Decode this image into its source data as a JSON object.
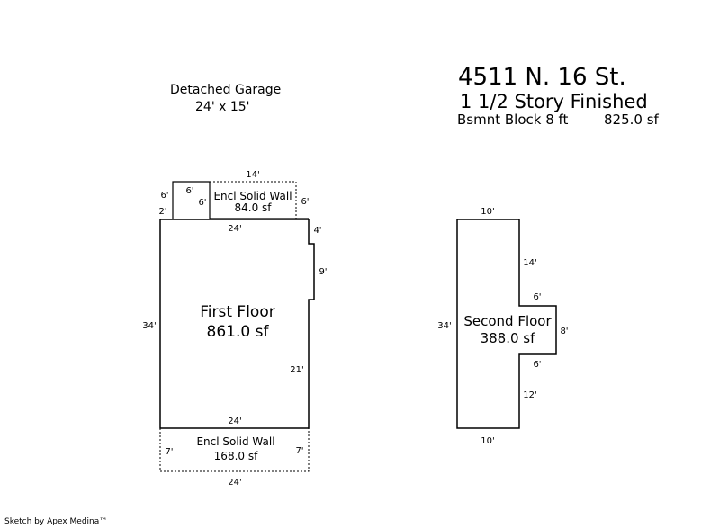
{
  "header": {
    "address": "4511 N. 16 St.",
    "story": "1 1/2 Story Finished",
    "basement": "Bsmnt Block 8 ft",
    "basement_area": "825.0 sf"
  },
  "garage": {
    "label": "Detached Garage",
    "size": "24' x 15'"
  },
  "first_floor": {
    "name": "First Floor",
    "area": "861.0 sf",
    "dims": {
      "top": "24'",
      "left": "34'",
      "right_upper": "4'",
      "right_bay": "9'",
      "right_lower": "21'",
      "bottom": "24'"
    }
  },
  "top_porch": {
    "name": "Encl Solid Wall",
    "area": "84.0 sf",
    "dims": {
      "top": "14'",
      "right": "6'"
    }
  },
  "top_small": {
    "dims": {
      "top": "6'",
      "left": "6'",
      "inner": "6'",
      "step": "2'"
    }
  },
  "bottom_porch": {
    "name": "Encl Solid Wall",
    "area": "168.0 sf",
    "dims": {
      "left": "7'",
      "right": "7'",
      "bottom": "24'"
    }
  },
  "second_floor": {
    "name": "Second Floor",
    "area": "388.0 sf",
    "dims": {
      "top": "10'",
      "left": "34'",
      "right_upper": "14'",
      "bump_top": "6'",
      "bump_right": "8'",
      "bump_bottom": "6'",
      "right_lower": "12'",
      "bottom": "10'"
    }
  },
  "footer": {
    "credit": "Sketch by Apex Medina™"
  }
}
